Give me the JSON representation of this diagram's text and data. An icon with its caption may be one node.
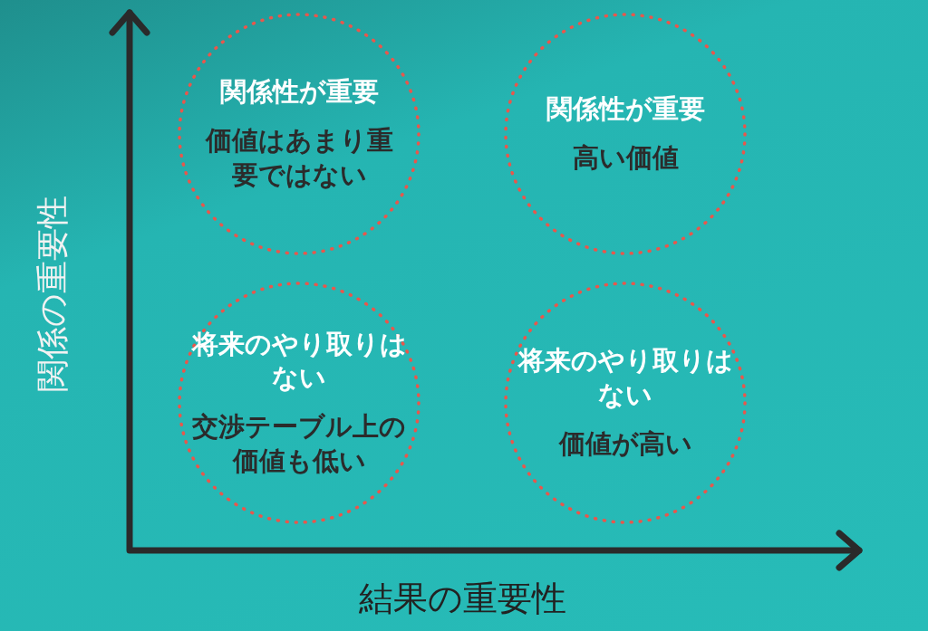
{
  "diagram": {
    "nodes": [
      {
        "text": [
          "関係性が重要",
          "価値はあまり重要ではない"
        ]
      },
      {
        "text": [
          "関係性が重要",
          "高い価値"
        ]
      },
      {
        "text": [
          "将来のやり取りはない",
          "交渉テーブル上の価値も低い"
        ]
      },
      {
        "text": [
          "将来のやり取りはない",
          "価値が高い"
        ]
      }
    ],
    "edges": [],
    "labels": [
      "関係の重要性",
      "結果の重要性"
    ]
  }
}
